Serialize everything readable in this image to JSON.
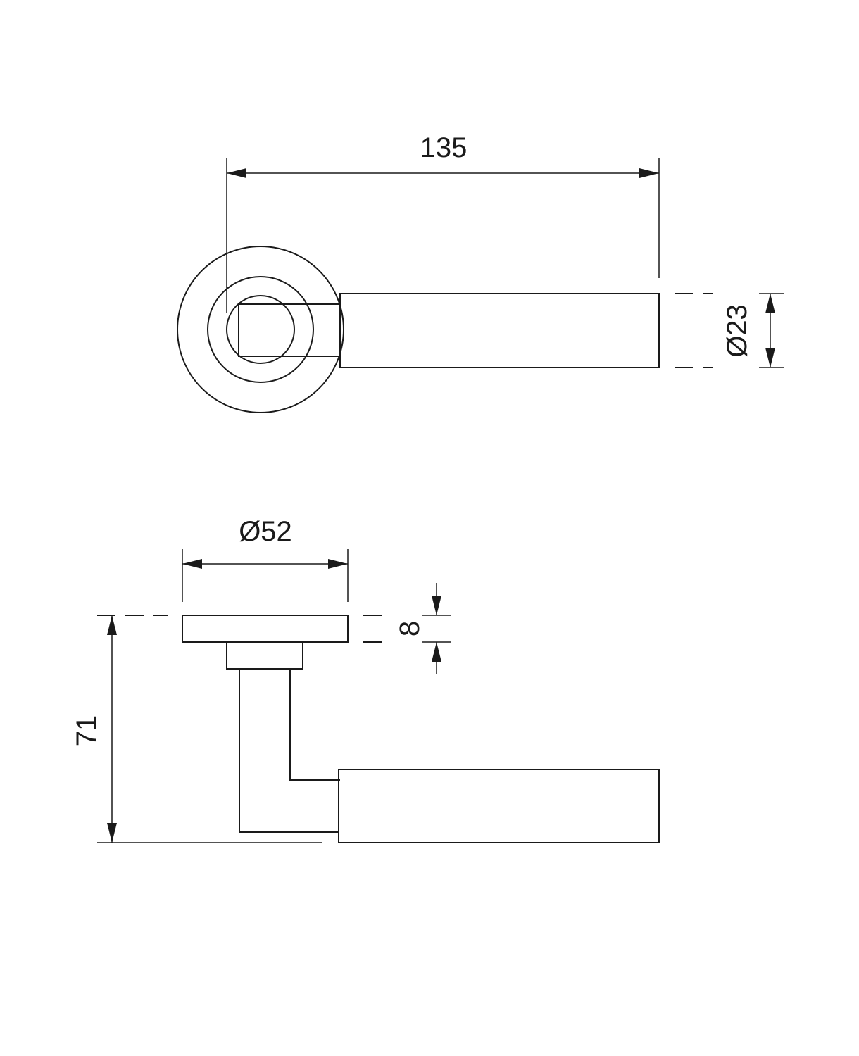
{
  "top_view": {
    "length_label": "135",
    "bar_diameter_label": "Ø23"
  },
  "side_view": {
    "rose_diameter_label": "Ø52",
    "rose_thickness_label": "8",
    "height_label": "71"
  },
  "colors": {
    "line": "#1a1a1a",
    "background": "#ffffff"
  }
}
